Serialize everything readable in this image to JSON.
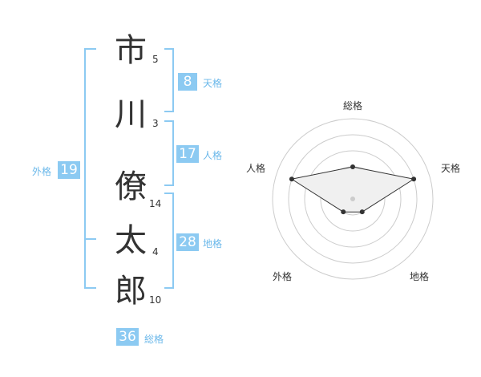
{
  "name": {
    "chars": [
      {
        "char": "市",
        "strokes": "5"
      },
      {
        "char": "川",
        "strokes": "3"
      },
      {
        "char": "僚",
        "strokes": "14"
      },
      {
        "char": "太",
        "strokes": "4"
      },
      {
        "char": "郎",
        "strokes": "10"
      }
    ]
  },
  "kaku": {
    "ten": {
      "label": "天格",
      "value": "8"
    },
    "jin": {
      "label": "人格",
      "value": "17"
    },
    "chi": {
      "label": "地格",
      "value": "28"
    },
    "gai": {
      "label": "外格",
      "value": "19"
    },
    "so": {
      "label": "総格",
      "value": "36"
    }
  },
  "radar": {
    "labels": {
      "top": "総格",
      "right": "天格",
      "bottom_right": "地格",
      "bottom_left": "外格",
      "left": "人格"
    },
    "levels": {
      "so": 2,
      "ten": 4,
      "chi": 1,
      "gai": 1,
      "jin": 4
    },
    "max_level": 5
  },
  "colors": {
    "accent": "#8ccaf2",
    "accent_text": "#6bb8ea",
    "ring": "#cccccc",
    "fill": "#f0f0f0"
  }
}
